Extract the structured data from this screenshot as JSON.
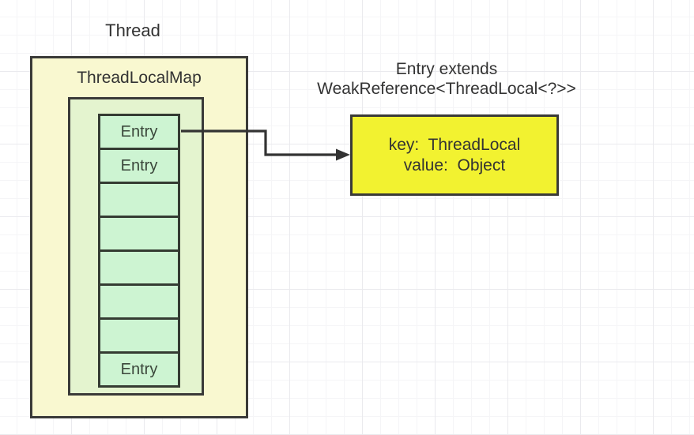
{
  "colors": {
    "canvas_bg": "#ffffff",
    "grid_minor": "#f5f5f7",
    "grid_major": "#eaeaee",
    "border": "#3a3a38",
    "cell_border": "#343b32",
    "text": "#333333",
    "cell_text": "#3a463a",
    "thread_box_fill": "#f9f8d0",
    "map_box_fill": "#e4f4cf",
    "cell_fill": "#cdf4d2",
    "entry_box_fill": "#f2f230",
    "arrow": "#333333"
  },
  "thread": {
    "title": "Thread",
    "map_label": "ThreadLocalMap"
  },
  "cells": [
    {
      "label": "Entry"
    },
    {
      "label": "Entry"
    },
    {
      "label": ""
    },
    {
      "label": ""
    },
    {
      "label": ""
    },
    {
      "label": ""
    },
    {
      "label": ""
    },
    {
      "label": "Entry"
    }
  ],
  "entry_note": {
    "line1": "Entry extends",
    "line2": "WeakReference<ThreadLocal<?>>"
  },
  "entry_box": {
    "line1": "key:  ThreadLocal",
    "line2": "value:  Object"
  }
}
